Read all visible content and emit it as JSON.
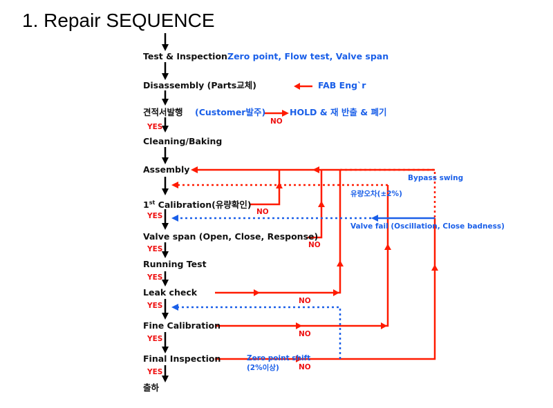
{
  "title": "1. Repair SEQUENCE",
  "steps": [
    {
      "label": "Test & Inspection"
    },
    {
      "label": "Disassembly (Parts교체)"
    },
    {
      "label": "견적서발행"
    },
    {
      "label": "Cleaning/Baking"
    },
    {
      "label": "Assembly"
    },
    {
      "label_prefix": "1",
      "label_sup": "st",
      "label": " Calibration(유량확인)"
    },
    {
      "label": "Valve span (Open, Close, Response)"
    },
    {
      "label": "Running Test"
    },
    {
      "label": "Leak check"
    },
    {
      "label": "Fine Calibration"
    },
    {
      "label": "Final Inspection"
    },
    {
      "label": "출하"
    }
  ],
  "annotations": {
    "test_items": "Zero point, Flow test, Valve span",
    "fab_engineer": "FAB Eng`r",
    "customer_order": "(Customer발주)",
    "hold": "HOLD & 재 반출 & 폐기",
    "bypass_swing": "Bypass swing",
    "flow_error": "유량오차(±2%)",
    "valve_fail": "Valve fail (Oscillation,  Close badness)",
    "zero_shift_line1": "Zero point shift",
    "zero_shift_line2": "(2%이상)"
  },
  "decision_labels": {
    "yes": "YES",
    "no": "NO"
  },
  "colors": {
    "step_text": "#111111",
    "annotation": "#1a5fe8",
    "fail_path": "#ff1a00",
    "yes_no": "#ee1111",
    "main_arrow": "#000000"
  }
}
